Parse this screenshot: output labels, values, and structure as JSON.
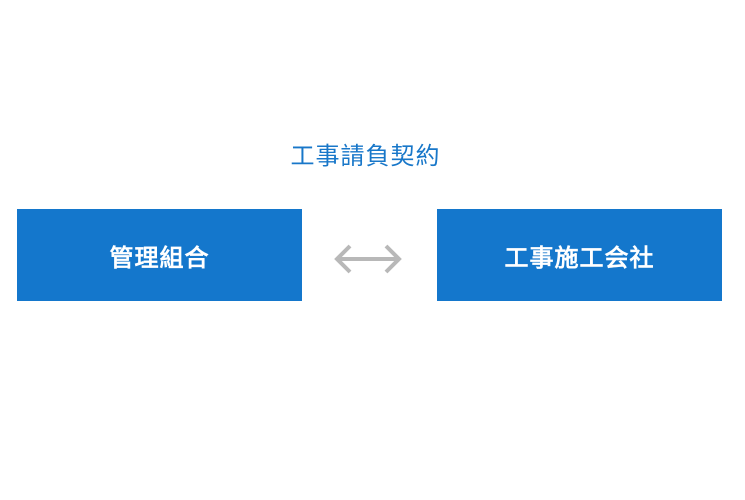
{
  "diagram": {
    "contract_label": "工事請負契約",
    "left_party": "管理組合",
    "right_party": "工事施工会社",
    "arrow_icon": "double-arrow-icon",
    "colors": {
      "box_fill": "#1477cc",
      "label_text": "#1877c9",
      "box_text": "#ffffff",
      "arrow": "#b8b8b8"
    }
  }
}
